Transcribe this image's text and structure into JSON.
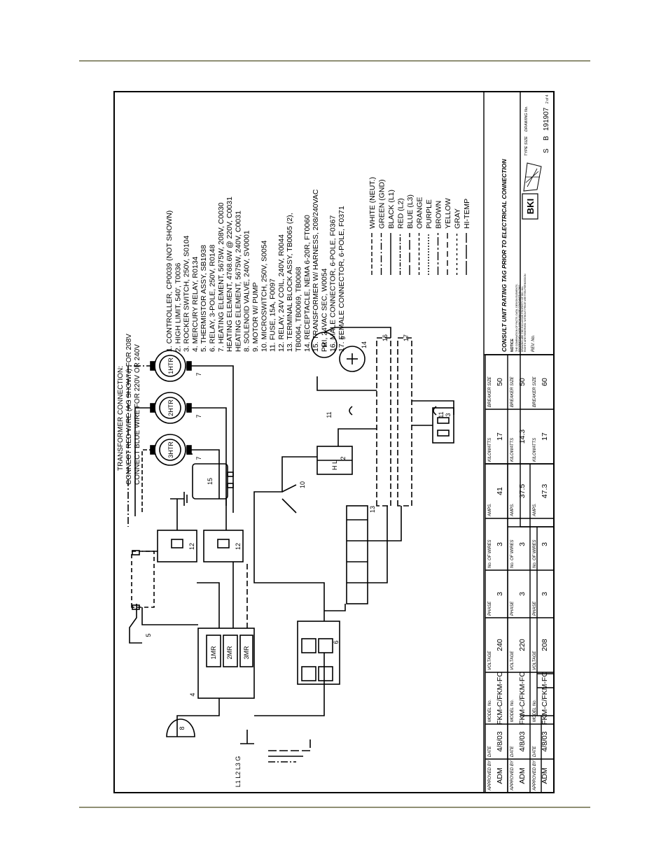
{
  "header_rule_color": "#8f8f74",
  "transformer_note": {
    "l1": "TRANSFORMER CONNECTION:",
    "l2": "CONNECT RED WIRE (AS SHOWN) FOR 208V",
    "l3": "CONNECT BLUE WIRE FOR 220V OR 240V"
  },
  "parts": [
    "1. CONTROLLER, CP0039 (NOT SHOWN)",
    "2. HIGH LIMIT, 540', T0036",
    "3. ROCKER SWITCH, 250V, S0104",
    "4. MERCURY RELAY, R0134",
    "5. THERMISTOR ASSY, SB1938",
    "6. RELAY, 3-POLE, 250V, R0148",
    "7. HEATING ELEMENT, 5675W, 208V, C0030",
    "   HEATING ELEMENT, 4768.6W @ 220V, C0031",
    "   HEATING ELEMENT, 5675W, 240V, C0031",
    "8. SOLENOID VALVE, 240V, SV0001",
    "9. MOTOR W/ PUMP",
    "10. MICROSWITCH, 250V, S0054",
    "11. FUSE, 15A, F0097",
    "12. RELAY, 24V COIL, 240V, R0044",
    "13. TERMINAL BLOCK ASSY, TB0065 (2),",
    "    TB0064, TB0069, TB0068",
    "14. RECEPTACLE, NEMA 6-20R, FT0060",
    "15. TRANSFORMER W/ HARNESS, 208/240VAC",
    "    PRI, 24VAC SEC, W0054",
    "16. MALE CONNECTOR, 6-POLE, F0367",
    "17. FEMALE CONNECTOR, 6-POLE, F0371"
  ],
  "legend": [
    "WHITE (NEUT.)",
    "GREEN (GND)",
    "BLACK (L1)",
    "RED (L2)",
    "BLUE (L3)",
    "ORANGE",
    "PURPLE",
    "BROWN",
    "YELLOW",
    "GRAY",
    "HI-TEMP"
  ],
  "components": {
    "htr3": "3HTR",
    "htr2": "2HTR",
    "htr1": "1HTR",
    "seven": "7",
    "fifteen": "15",
    "twelve": "12",
    "thirteen": "13",
    "ten": "10",
    "eleven": "11",
    "two": "2",
    "hl": "H L",
    "nine": "9",
    "fourteen": "14",
    "motor": "M",
    "sixteen": "16",
    "seventeen": "17",
    "three": "3",
    "five": "5",
    "eight": "8",
    "four": "4",
    "six": "6",
    "mr1": "1MR",
    "mr2": "2MR",
    "mr3": "3MR",
    "lines": "L1 L2 L3 G"
  },
  "table": {
    "headers": [
      "APPROVED BY",
      "DATE",
      "MODEL No.",
      "VOLTAGE",
      "PHASE",
      "No. OF WIRES",
      "AMPS.",
      "KILOWATTS",
      "BREAKER SIZE"
    ],
    "rows": [
      [
        "ADM",
        "4/8/03",
        "FKM-C/FKM-FC",
        "240",
        "3",
        "3",
        "41",
        "17",
        "50"
      ],
      [
        "ADM",
        "4/8/03",
        "FKM-C/FKM-FC",
        "220",
        "3",
        "3",
        "37.5",
        "14.3",
        "50"
      ],
      [
        "ADM",
        "4/8/03",
        "FKM-C/FKM-FC",
        "208",
        "3",
        "3",
        "47.3",
        "17",
        "60"
      ]
    ]
  },
  "title_block": {
    "warning": "CONSULT UNIT RATING TAG PRIOR TO ELECTRICAL CONNECTION",
    "logo": "BKI",
    "notice": "NOTICE",
    "fine1": "THE COMBINATION OF FACTS, DATA, DESIGN ELEMENTS,",
    "fine2": "PROPRIETARY DATA WHICH MAY BE CONTAINED IN THIS",
    "fine3": "DRAWING ARE THE EXCLUSIVE PROPERTY OF BKI. ALL",
    "fine4": "RIGHTS ARE RESERVED. WITHOUT PRIOR WRITTEN PERMISSION",
    "rev": "REV. No.",
    "type_size": "TYPE SIZE",
    "drawing_no_label": "DRAWING No.",
    "type": "S",
    "size": "B",
    "drawing_no": "191907",
    "sheet": "2 of 4"
  }
}
